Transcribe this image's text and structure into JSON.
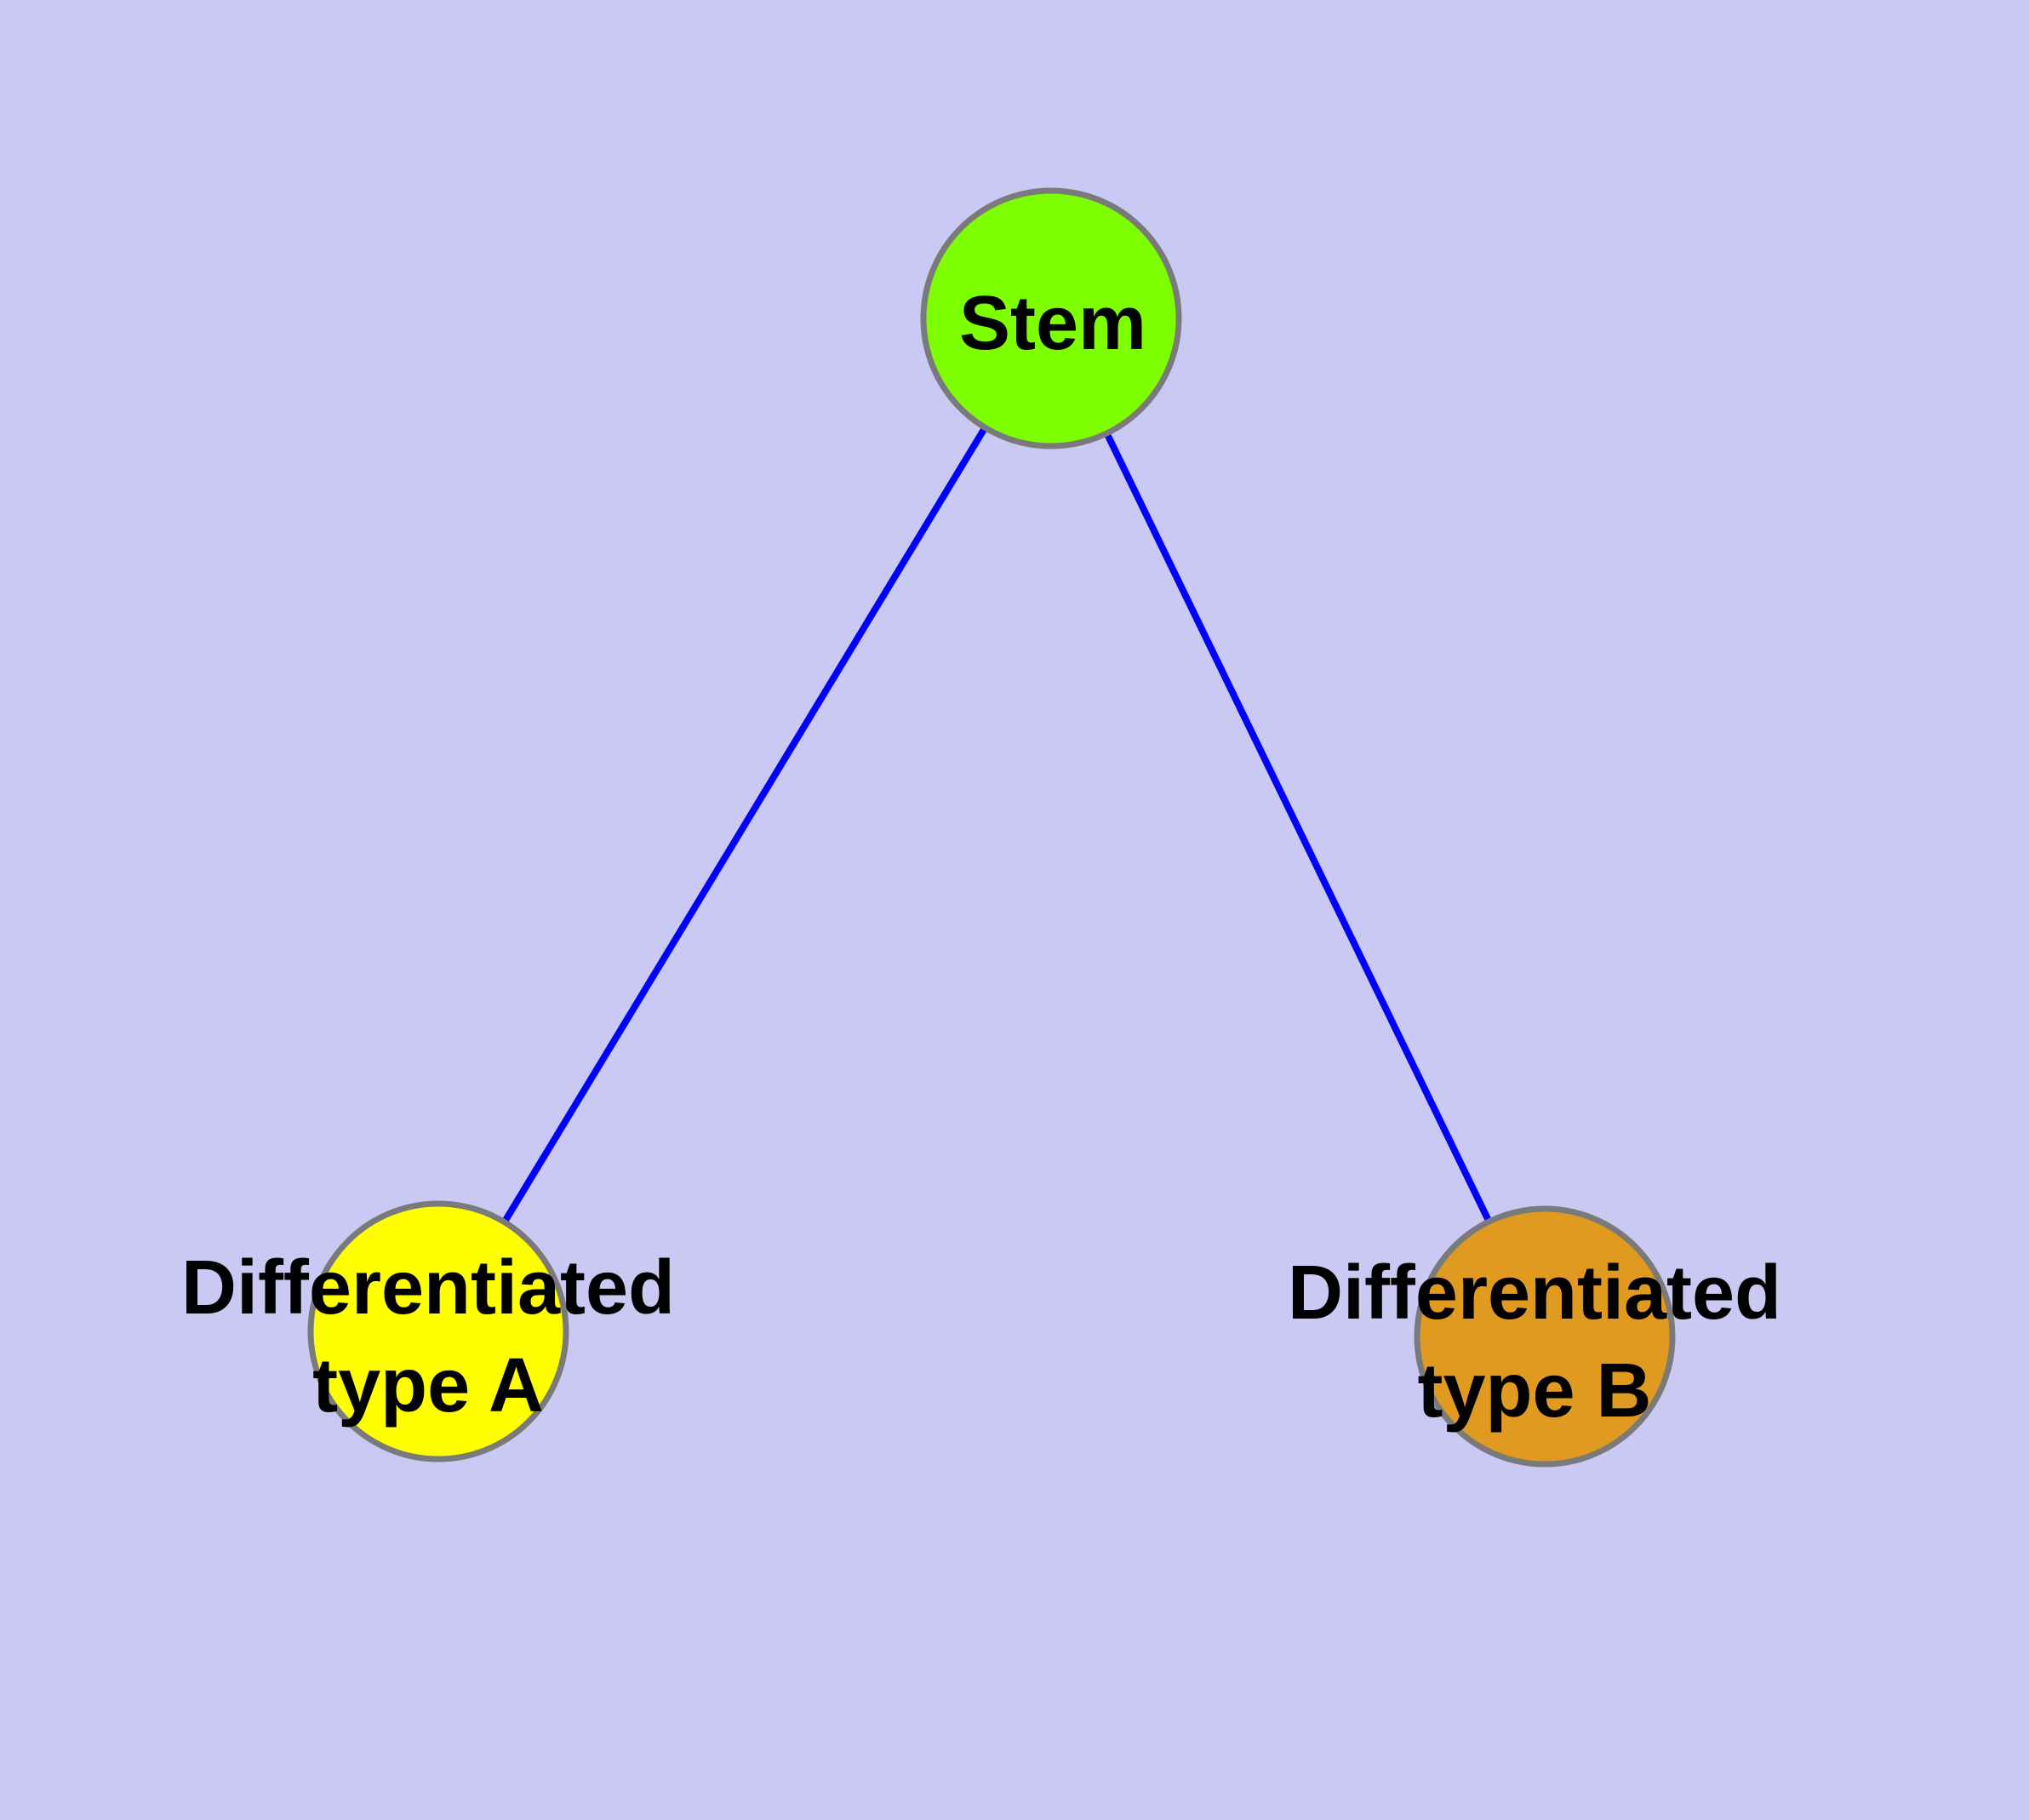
{
  "diagram": {
    "description": "Stem cell differentiation graph",
    "background_color": "#C9C9F4",
    "node_border_color": "#7A7A7A",
    "edge_color": "#0000FF",
    "text_color": "#000000",
    "nodes": [
      {
        "id": "stem",
        "label": "Stem",
        "fill": "#7DFF00"
      },
      {
        "id": "differentiated-type-a",
        "label_lines": [
          "Differentiated",
          "type A"
        ],
        "fill": "#FFFF00"
      },
      {
        "id": "differentiated-type-b",
        "label_lines": [
          "Differentiated",
          "type B"
        ],
        "fill": "#E09A20"
      }
    ],
    "edges": [
      {
        "from": "Stem",
        "to": "Differentiated type A"
      },
      {
        "from": "Stem",
        "to": "Differentiated type B"
      }
    ]
  }
}
